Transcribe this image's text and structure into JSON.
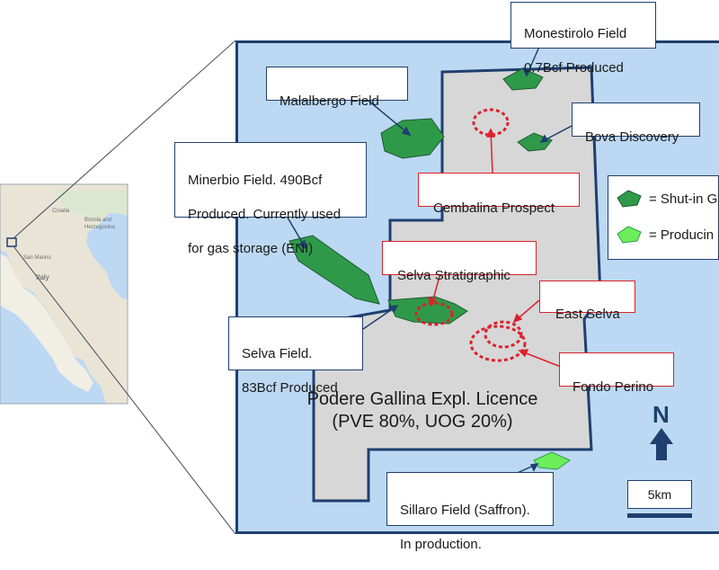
{
  "callouts": {
    "monestirolo": [
      "Monestirolo Field",
      "0.7Bcf Produced"
    ],
    "malalbergo": [
      "Malalbergo Field"
    ],
    "bova": [
      "Bova Discovery"
    ],
    "minerbio": [
      "Minerbio Field. 490Bcf",
      "Produced. Currently used",
      "for gas storage (ENI)"
    ],
    "cembalina": [
      "Cembalina Prospect"
    ],
    "selva_strat": [
      "Selva Stratigraphic"
    ],
    "east_selva": [
      "East Selva"
    ],
    "selva_field": [
      "Selva Field.",
      "83Bcf Produced"
    ],
    "fondo_perino": [
      "Fondo Perino"
    ],
    "sillaro": [
      "Sillaro Field (Saffron).",
      "In production."
    ]
  },
  "licence": {
    "name": "Podere Gallina Expl. Licence",
    "share": "(PVE 80%, UOG 20%)"
  },
  "legend": {
    "shut_in": "= Shut-in G",
    "producing": "= Producin"
  },
  "north_label": "N",
  "scale_label": "5km",
  "inset": {
    "labels": [
      "Croatia",
      "Bosnia and",
      "Herzegovina",
      "San Marino",
      "Italy"
    ]
  },
  "colors": {
    "sea": "#bcd8f3",
    "licence": "#d7d7d7",
    "frame": "#1f3f6e",
    "shut_in": "#2e9a49",
    "producing": "#6dee5b",
    "prospect": "#d9232d"
  }
}
